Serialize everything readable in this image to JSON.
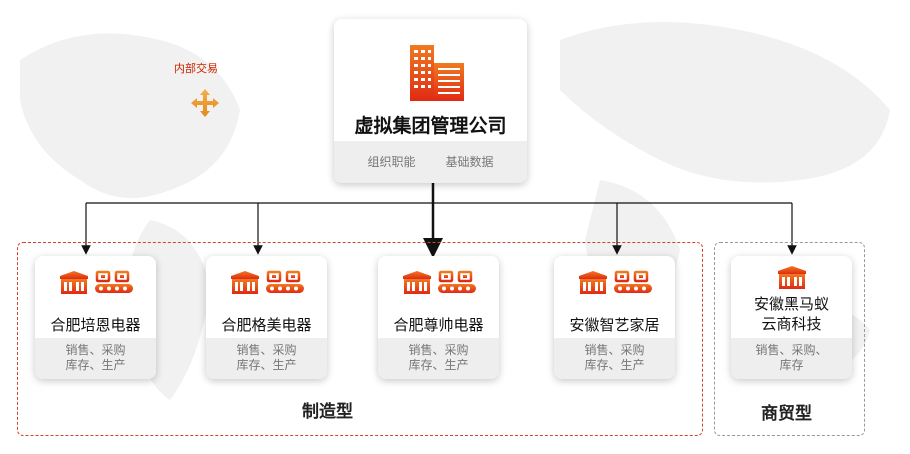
{
  "root": {
    "name": "虚拟集团管理公司",
    "functions": [
      "组织职能",
      "基础数据"
    ]
  },
  "internal_trade": {
    "label": "内部交易"
  },
  "groups": [
    {
      "label": "制造型",
      "border_color": "#d9402b"
    },
    {
      "label": "商贸型",
      "border_color": "#999999"
    }
  ],
  "companies": [
    {
      "name": "合肥培恩电器",
      "functions_line1": "销售、采购",
      "functions_line2": "库存、生产"
    },
    {
      "name": "合肥格美电器",
      "functions_line1": "销售、采购",
      "functions_line2": "库存、生产"
    },
    {
      "name": "合肥尊帅电器",
      "functions_line1": "销售、采购",
      "functions_line2": "库存、生产"
    },
    {
      "name": "安徽智艺家居",
      "functions_line1": "销售、采购",
      "functions_line2": "库存、生产"
    },
    {
      "name_line1": "安徽黑马蚁",
      "name_line2": "云商科技",
      "functions_line1": "销售、采购、",
      "functions_line2": "库存"
    }
  ],
  "colors": {
    "accent": "#e8401c",
    "icon_gradient_top": "#f07a20",
    "icon_gradient_bottom": "#e02a14",
    "connector": "#111111"
  },
  "icons": {
    "root": "office-building-icon",
    "factory": "factory-icon",
    "conveyor": "conveyor-belt-icon",
    "store": "storefront-icon",
    "trade": "four-way-arrow-icon"
  }
}
